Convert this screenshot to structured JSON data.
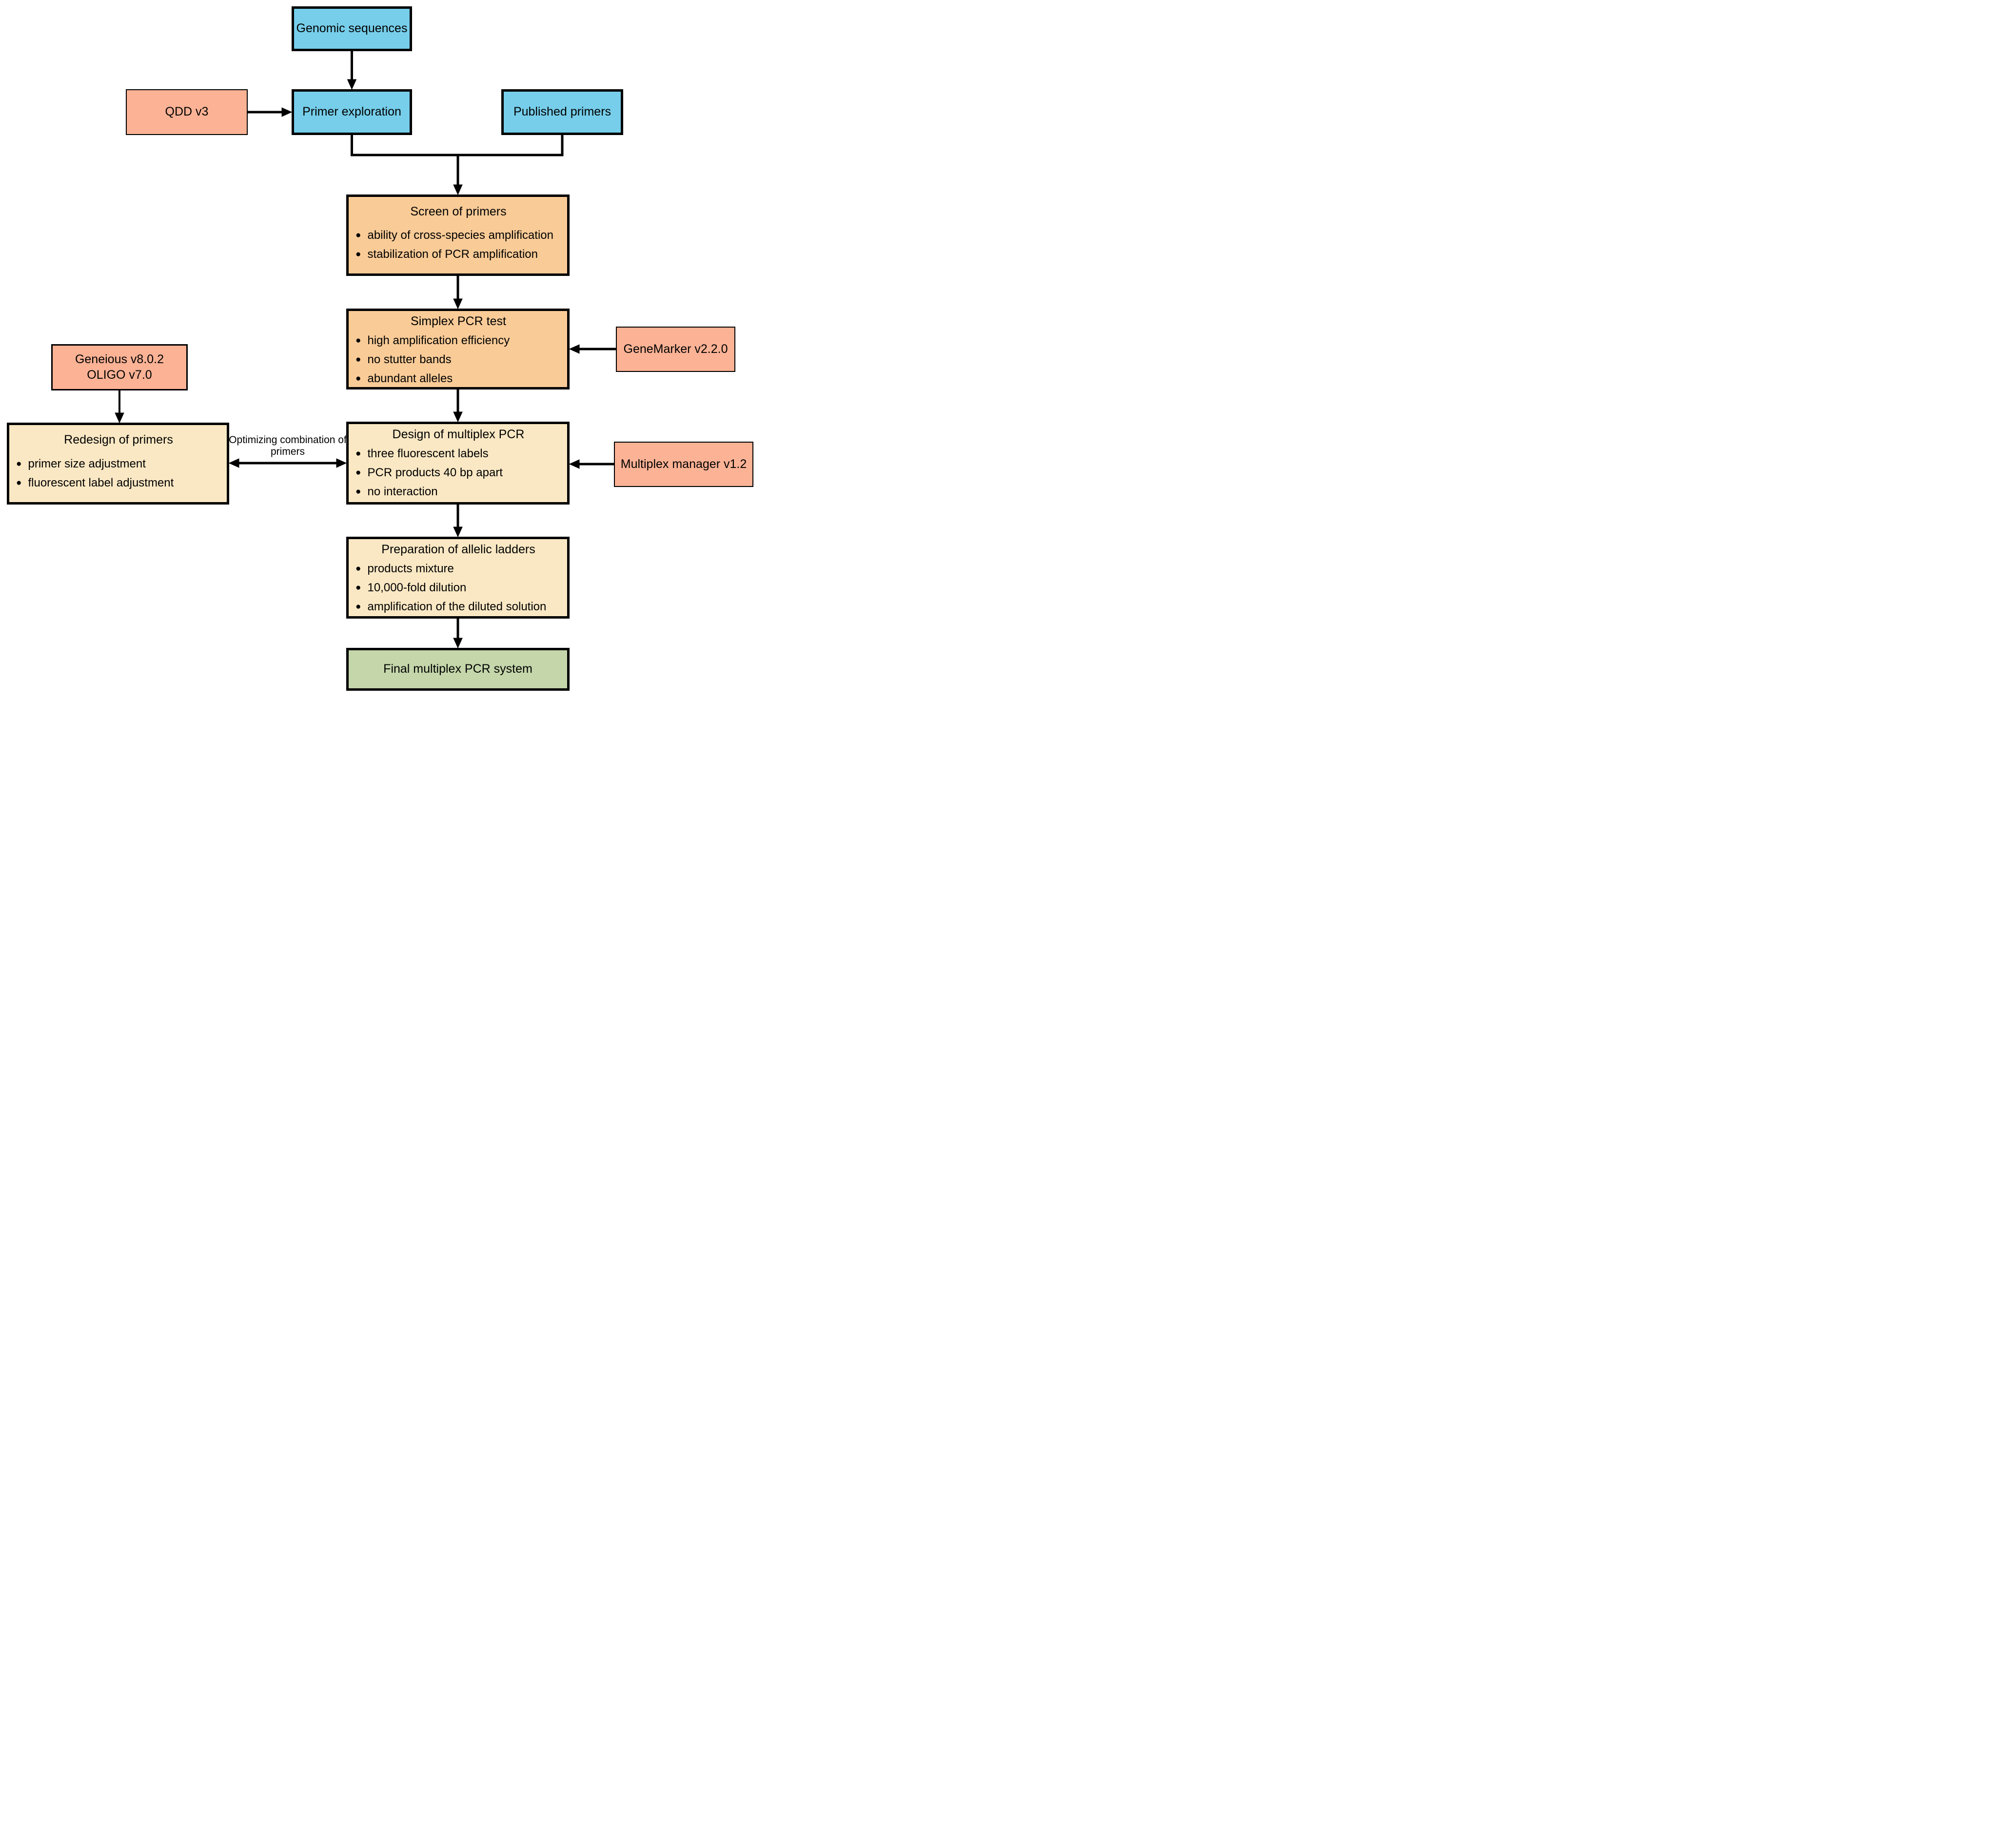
{
  "diagram": {
    "description": "Flowchart of multiplex PCR system development"
  },
  "colors": {
    "blue": "#76CEEA",
    "salmon": "#FBB295",
    "orange": "#F9CB97",
    "cream": "#FAE8C4",
    "green": "#C4D6AA",
    "line": "#000000"
  },
  "boxes": {
    "genomic": {
      "label": "Genomic sequences"
    },
    "qdd": {
      "label": "QDD v3"
    },
    "primer_exploration": {
      "label": "Primer exploration"
    },
    "published": {
      "label": "Published primers"
    },
    "screen": {
      "title": "Screen of primers",
      "bullets": [
        "ability of cross-species amplification",
        "stabilization of PCR amplification"
      ]
    },
    "simplex": {
      "title": "Simplex PCR test",
      "bullets": [
        "high amplification efficiency",
        "no stutter bands",
        "abundant alleles"
      ]
    },
    "genemarker": {
      "label": "GeneMarker v2.2.0"
    },
    "geneious": {
      "line1": "Geneious v8.0.2",
      "line2": "OLIGO v7.0"
    },
    "redesign": {
      "title": "Redesign of primers",
      "bullets": [
        "primer size adjustment",
        "fluorescent label adjustment"
      ]
    },
    "design": {
      "title": "Design of multiplex PCR",
      "bullets": [
        "three fluorescent labels",
        "PCR products 40 bp apart",
        "no interaction"
      ]
    },
    "multiplex_manager": {
      "label": "Multiplex manager v1.2"
    },
    "preparation": {
      "title": "Preparation of allelic ladders",
      "bullets": [
        "products mixture",
        "10,000-fold dilution",
        "amplification of the diluted solution"
      ]
    },
    "final": {
      "label": "Final multiplex PCR system"
    }
  },
  "edges": {
    "optimizing_label": "Optimizing combination of primers"
  }
}
